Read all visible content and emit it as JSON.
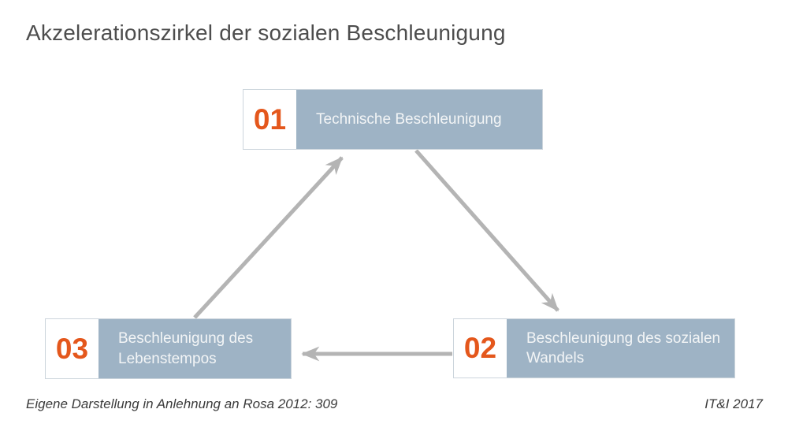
{
  "title": "Akzelerationszirkel der sozialen Beschleunigung",
  "nodes": [
    {
      "id": "01",
      "number": "01",
      "label": "Technische Beschleunigung"
    },
    {
      "id": "02",
      "number": "02",
      "label": "Beschleunigung des sozialen Wandels"
    },
    {
      "id": "03",
      "number": "03",
      "label": "Beschleunigung des Lebenstempos"
    }
  ],
  "edges": [
    {
      "from": "03",
      "to": "01"
    },
    {
      "from": "01",
      "to": "02"
    },
    {
      "from": "02",
      "to": "03"
    }
  ],
  "footer": {
    "source": "Eigene Darstellung in Anlehnung an Rosa 2012: 309",
    "credit": "IT&I 2017"
  },
  "colors": {
    "node_fill": "#9eb3c5",
    "node_border": "#ccd5dc",
    "number_accent": "#e4571c",
    "arrow": "#b4b4b4",
    "title_text": "#4d4d4d",
    "label_text": "#f3f5f6"
  }
}
